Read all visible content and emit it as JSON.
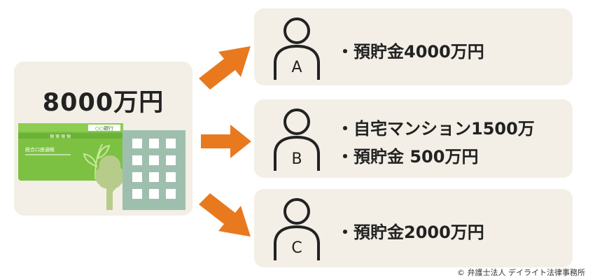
{
  "source": {
    "total": "8000万円",
    "passbook": {
      "bank_tag": "○○銀行",
      "header": "預 預 預 預",
      "title": "総合口座通帳"
    }
  },
  "heirs": [
    {
      "letter": "A",
      "assets": [
        "・預貯金4000万円"
      ]
    },
    {
      "letter": "B",
      "assets": [
        "・自宅マンション1500万",
        "・預貯金 500万円"
      ]
    },
    {
      "letter": "C",
      "assets": [
        "・預貯金2000万円"
      ]
    }
  ],
  "copyright": "© 弁護士法人 デイライト法律事務所",
  "colors": {
    "panel": "#f3efe6",
    "arrow": "#e8791e",
    "passbook_green": "#7cc142",
    "building": "#9fbfae",
    "tree": "#b7cc8a"
  }
}
